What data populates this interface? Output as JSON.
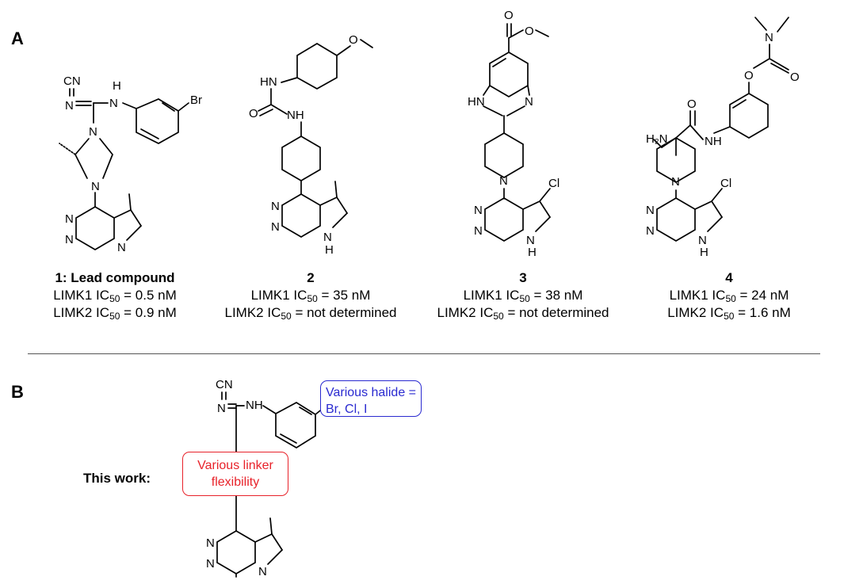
{
  "panels": {
    "a_label": "A",
    "b_label": "B"
  },
  "atoms": {
    "cn": "CN",
    "n": "N",
    "h": "H",
    "nh": "NH",
    "hn": "HN",
    "hn_bz": "HN",
    "br": "Br",
    "cl": "Cl",
    "o": "O",
    "h2n": "H₂N"
  },
  "compounds": [
    {
      "num": "1: Lead compound",
      "limk1": "LIMK1 IC",
      "limk1_sub": "50",
      "limk1_val": " = 0.5 nM",
      "limk2": "LIMK2 IC",
      "limk2_sub": "50",
      "limk2_val": " = 0.9 nM"
    },
    {
      "num": "2",
      "limk1": "LIMK1 IC",
      "limk1_sub": "50",
      "limk1_val": " = 35 nM",
      "limk2": "LIMK2 IC",
      "limk2_sub": "50",
      "limk2_val": " = not determined"
    },
    {
      "num": "3",
      "limk1": "LIMK1 IC",
      "limk1_sub": "50",
      "limk1_val": " = 38 nM",
      "limk2": "LIMK2 IC",
      "limk2_sub": "50",
      "limk2_val": " = not determined"
    },
    {
      "num": "4",
      "limk1": "LIMK1 IC",
      "limk1_sub": "50",
      "limk1_val": " = 24 nM",
      "limk2": "LIMK2 IC",
      "limk2_sub": "50",
      "limk2_val": " = 1.6 nM"
    }
  ],
  "this_work": {
    "label": "This work:",
    "linker_line1": "Various linker",
    "linker_line2": "flexibility",
    "halide_line1": "Various halide =",
    "halide_line2": "Br, Cl, I"
  },
  "colors": {
    "linker": "#e8222a",
    "halide": "#2a2ad0"
  }
}
